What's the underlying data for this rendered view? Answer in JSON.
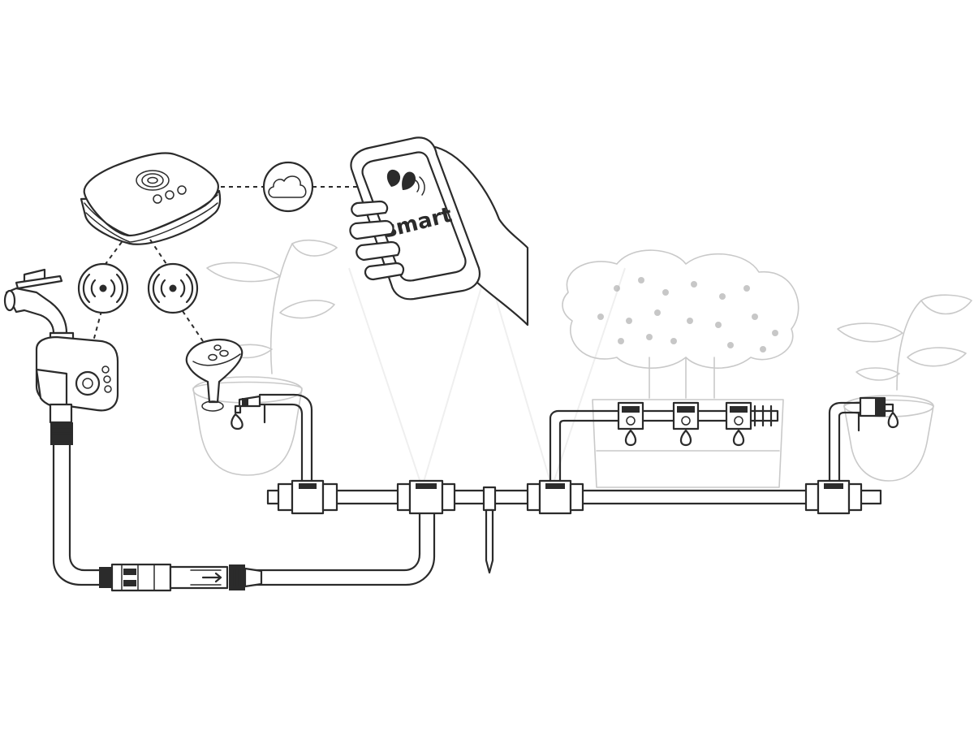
{
  "diagram": {
    "app_label": "smart",
    "colors": {
      "line": "#2b2b2b",
      "ghost": "#c9c9c9",
      "background": "#ffffff"
    },
    "components": [
      "gateway",
      "cloud-icon",
      "smartphone",
      "wireless-signal-icon",
      "water-control",
      "soil-sensor",
      "water-tap",
      "supply-hose",
      "pressure-reducer",
      "drip-line",
      "drip-heads",
      "ground-stake",
      "plant-pots"
    ]
  }
}
